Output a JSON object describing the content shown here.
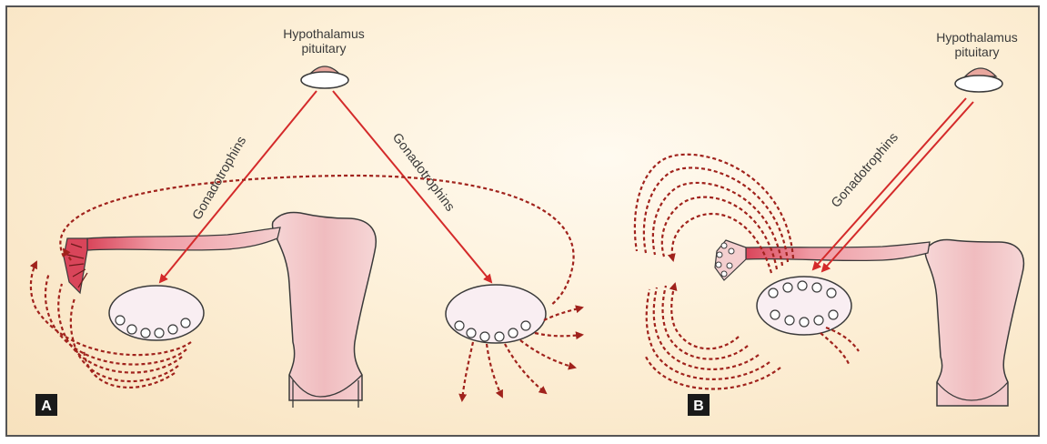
{
  "panel_a": {
    "tag": "A",
    "hypothalamus_label_line1": "Hypothalamus",
    "hypothalamus_label_line2": "pituitary",
    "left_arrow_label": "Gonadotrophins",
    "right_arrow_label": "Gonadotrophins"
  },
  "panel_b": {
    "tag": "B",
    "hypothalamus_label_line1": "Hypothalamus",
    "hypothalamus_label_line2": "pituitary",
    "arrow_label": "Gonadotrophins"
  },
  "colors": {
    "arrow_red": "#d42a2a",
    "dotted_red": "#a0221c",
    "uterus_fill": "#f2c4c4",
    "uterus_stroke": "#3a3a3a",
    "ovary_fill": "#f9eef2",
    "pituitary_fill": "#e9a79e",
    "tag_bg": "#1a1a1a"
  }
}
